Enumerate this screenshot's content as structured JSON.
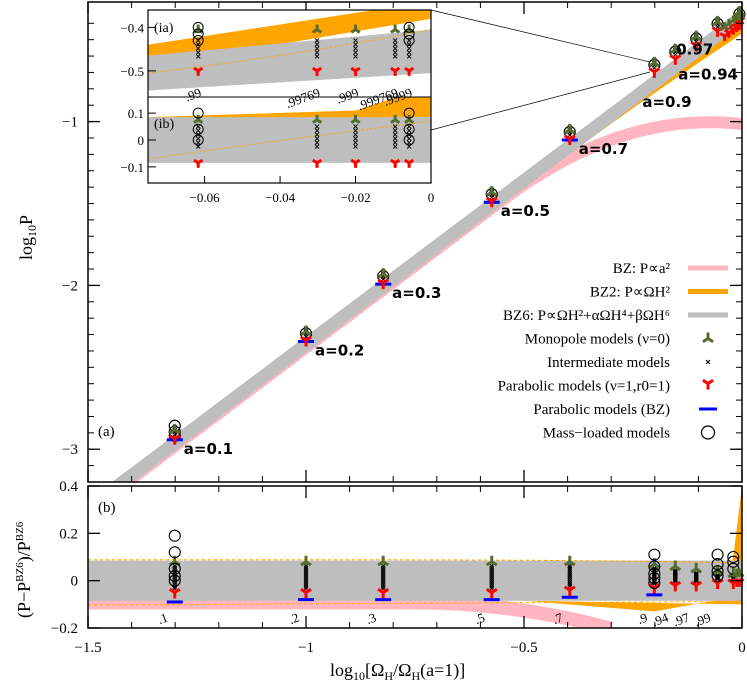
{
  "chart_data": [
    {
      "panel": "(a)",
      "type": "line",
      "xlabel": "log10[ΩH/ΩH(a=1)]",
      "ylabel": "log10P",
      "xlim": [
        -1.5,
        0
      ],
      "ylim": [
        -3.2,
        -0.27
      ],
      "xticks": [
        -1.5,
        -1,
        -0.5,
        0
      ],
      "xtick_labels": [
        "−1.5",
        "−1",
        "−0.5",
        "0"
      ],
      "yticks": [
        -3,
        -2,
        -1
      ],
      "ytick_labels": [
        "−3",
        "−2",
        "−1"
      ],
      "spin_points": [
        {
          "a": 0.1,
          "label": "a=0.1",
          "x": -1.301,
          "y": -2.93
        },
        {
          "a": 0.2,
          "label": "a=0.2",
          "x": -1.0,
          "y": -2.33
        },
        {
          "a": 0.3,
          "label": "a=0.3",
          "x": -0.823,
          "y": -1.98
        },
        {
          "a": 0.5,
          "label": "a=0.5",
          "x": -0.574,
          "y": -1.48
        },
        {
          "a": 0.7,
          "label": "a=0.7",
          "x": -0.395,
          "y": -1.1
        },
        {
          "a": 0.9,
          "label": "a=0.9",
          "x": -0.201,
          "y": -0.69
        },
        {
          "a": 0.94,
          "label": "a=0.94",
          "x": -0.153,
          "y": -0.61
        },
        {
          "a": 0.97,
          "label": "0.97",
          "x": -0.105,
          "y": -0.53
        },
        {
          "a": 0.99,
          "label": "",
          "x": -0.056,
          "y": -0.44
        },
        {
          "a": 0.9999,
          "label": "",
          "x": -0.006,
          "y": -0.38
        }
      ],
      "legend": [
        {
          "label": "BZ: P∝a²",
          "color": "#ffb6c1",
          "kind": "line"
        },
        {
          "label": "BZ2: P∝ΩH²",
          "color": "#ffa500",
          "kind": "line"
        },
        {
          "label": "BZ6: P∝ΩH²+αΩH⁴+βΩH⁶",
          "color": "#bebebe",
          "kind": "line"
        },
        {
          "label": "Monopole models (ν=0)",
          "color": "#556b2f",
          "kind": "tri-down"
        },
        {
          "label": "Intermediate models",
          "color": "#000000",
          "kind": "cross"
        },
        {
          "label": "Parabolic models (ν=1,r0=1)",
          "color": "#ff0000",
          "kind": "tri-up"
        },
        {
          "label": "Parabolic models (BZ)",
          "color": "#0000ff",
          "kind": "dash"
        },
        {
          "label": "Mass−loaded models",
          "color": "#000000",
          "kind": "circle"
        }
      ],
      "inset_ia": {
        "label": "(ia)",
        "xlim": [
          -0.075,
          0
        ],
        "ylim": [
          -0.56,
          -0.36
        ],
        "yticks": [
          -0.5,
          -0.4
        ],
        "ytick_labels": [
          "−0.5",
          "−0.4"
        ],
        "spin_labels": [
          ".99",
          ".99769",
          ".999",
          ".999769",
          ".9999"
        ]
      },
      "inset_ib": {
        "label": "(ib)",
        "xlim": [
          -0.075,
          0
        ],
        "ylim": [
          -0.16,
          0.16
        ],
        "xticks": [
          -0.06,
          -0.04,
          -0.02,
          0
        ],
        "xtick_labels": [
          "−0.06",
          "−0.04",
          "−0.02",
          "0"
        ],
        "yticks": [
          -0.1,
          0,
          0.1
        ],
        "ytick_labels": [
          "−0.1",
          "0",
          "0.1"
        ]
      }
    },
    {
      "panel": "(b)",
      "type": "scatter",
      "xlabel": "log10[ΩH/ΩH(a=1)]",
      "ylabel": "(P−PBZ6)/PBZ6",
      "xlim": [
        -1.5,
        0
      ],
      "ylim": [
        -0.2,
        0.4
      ],
      "yticks": [
        -0.2,
        0,
        0.2,
        0.4
      ],
      "ytick_labels": [
        "−0.2",
        "0",
        "0.2",
        "0.4"
      ],
      "spin_labels": [
        ".1",
        ".2",
        ".3",
        ".5",
        ".7",
        ".9",
        ".94",
        ".97",
        ".99"
      ],
      "columns": [
        {
          "x": -1.301,
          "monopole": 0.08,
          "parabolic": -0.05,
          "bz": -0.09,
          "massloaded": [
            0.19,
            0.12,
            0.05,
            0.02,
            0.0
          ]
        },
        {
          "x": -1.0,
          "monopole": 0.08,
          "parabolic": -0.05,
          "bz": -0.08,
          "massloaded": []
        },
        {
          "x": -0.823,
          "monopole": 0.08,
          "parabolic": -0.05,
          "bz": -0.08,
          "massloaded": []
        },
        {
          "x": -0.574,
          "monopole": 0.08,
          "parabolic": -0.05,
          "bz": -0.08,
          "massloaded": []
        },
        {
          "x": -0.395,
          "monopole": 0.08,
          "parabolic": -0.04,
          "bz": -0.07,
          "massloaded": []
        },
        {
          "x": -0.201,
          "monopole": 0.07,
          "parabolic": -0.03,
          "bz": -0.06,
          "massloaded": [
            0.11,
            0.06,
            0.03,
            0.01,
            -0.01
          ]
        },
        {
          "x": -0.153,
          "monopole": 0.06,
          "parabolic": -0.02,
          "bz": null,
          "massloaded": []
        },
        {
          "x": -0.105,
          "monopole": 0.05,
          "parabolic": -0.02,
          "bz": null,
          "massloaded": []
        },
        {
          "x": -0.056,
          "monopole": 0.04,
          "parabolic": -0.01,
          "bz": null,
          "massloaded": [
            0.11,
            0.07,
            0.04,
            0.02
          ]
        },
        {
          "x": -0.02,
          "monopole": 0.03,
          "parabolic": -0.01,
          "bz": null,
          "massloaded": [
            0.1,
            0.08,
            0.05
          ]
        }
      ]
    }
  ]
}
